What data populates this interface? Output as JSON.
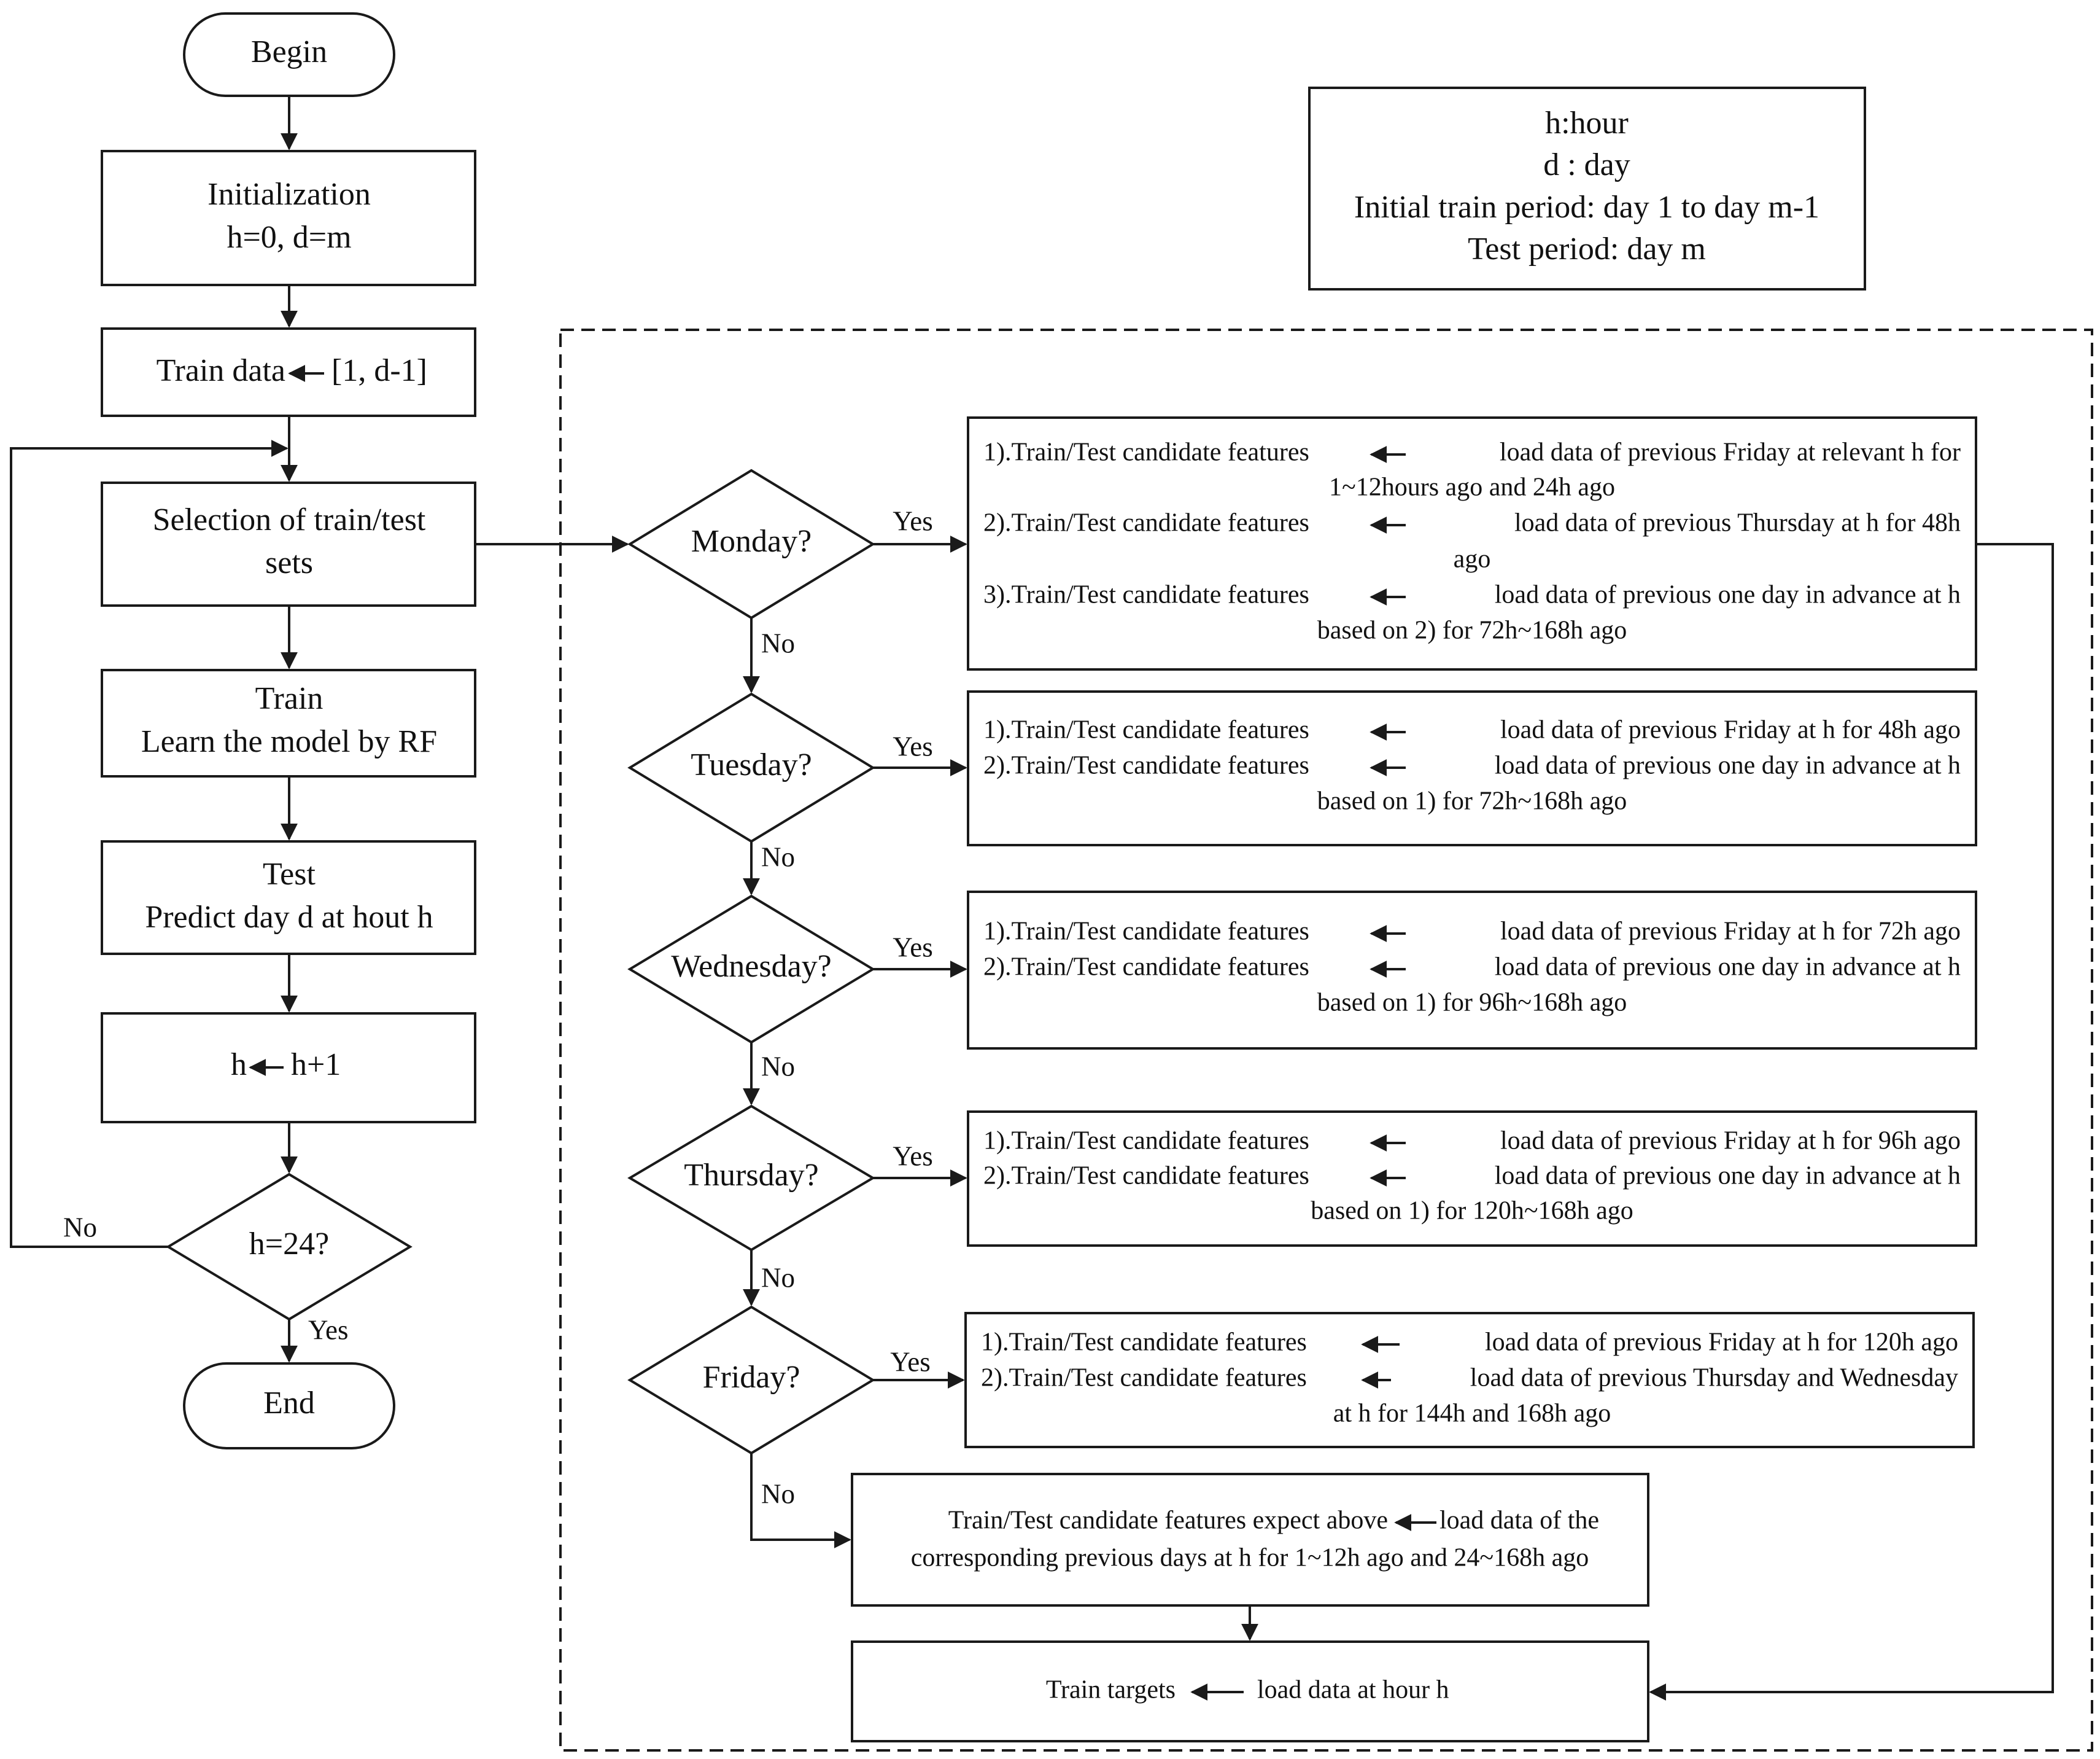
{
  "left_flow": {
    "begin": "Begin",
    "init": [
      "Initialization",
      "h=0, d=m"
    ],
    "train_data_label": "Train data",
    "train_data_value": "[1, d-1]",
    "selection": [
      "Selection of train/test",
      "sets"
    ],
    "train": [
      "Train",
      "Learn the model by RF"
    ],
    "test": [
      "Test",
      "Predict day d at hout h"
    ],
    "increment_left": "h",
    "increment_right": "h+1",
    "decision": "h=24?",
    "no_label": "No",
    "yes_label": "Yes",
    "end": "End"
  },
  "legend": [
    "h:hour",
    "d : day",
    "Initial train period: day 1 to day m-1",
    "Test period: day m"
  ],
  "day_decisions": [
    {
      "label": "Monday?",
      "yes": "Yes",
      "no": "No",
      "lines": [
        {
          "left": "1).Train/Test candidate features",
          "right": "load data of previous Friday at relevant h for"
        },
        {
          "center": "1~12hours ago and 24h ago"
        },
        {
          "left": "2).Train/Test candidate features",
          "right": "load data of previous Thursday at  h for  48h"
        },
        {
          "center": "ago"
        },
        {
          "left": "3).Train/Test candidate features",
          "right": "load data of previous one day in advance at h"
        },
        {
          "center": "based on 2) for 72h~168h ago"
        }
      ]
    },
    {
      "label": "Tuesday?",
      "yes": "Yes",
      "no": "No",
      "lines": [
        {
          "left": "1).Train/Test candidate features",
          "right": "load data of previous Friday at h for 48h ago"
        },
        {
          "left": "2).Train/Test candidate features",
          "right": "load data of previous one day in advance at h"
        },
        {
          "center": "based on 1) for 72h~168h ago"
        }
      ]
    },
    {
      "label": "Wednesday?",
      "yes": "Yes",
      "no": "No",
      "lines": [
        {
          "left": "1).Train/Test candidate features",
          "right": "load data of previous Friday at h for  72h ago"
        },
        {
          "left": "2).Train/Test candidate features",
          "right": "load data of previous one day in advance at h"
        },
        {
          "center": "based on 1) for 96h~168h ago"
        }
      ]
    },
    {
      "label": "Thursday?",
      "yes": "Yes",
      "no": "No",
      "lines": [
        {
          "left": "1).Train/Test candidate features",
          "right": "load data of previous Friday at h for  96h ago"
        },
        {
          "left": "2).Train/Test candidate features",
          "right": "load data of previous one day in advance at h"
        },
        {
          "center": "based on 1) for 120h~168h ago"
        }
      ]
    },
    {
      "label": "Friday?",
      "yes": "Yes",
      "no": "No",
      "lines": [
        {
          "left": "1).Train/Test candidate features",
          "right": "load data of previous Friday at h for 120h ago"
        },
        {
          "left": "2).Train/Test candidate features",
          "right": "load data of previous Thursday and Wednesday"
        },
        {
          "center": "at h for  144h and 168h ago"
        }
      ]
    }
  ],
  "other_days": {
    "no": "No",
    "line1_left": "Train/Test candidate features expect above",
    "line1_right": "load data of the",
    "line2": "corresponding previous days at h for 1~12h ago and 24~168h ago"
  },
  "targets": {
    "left": "Train targets",
    "right": "load data at hour h"
  }
}
